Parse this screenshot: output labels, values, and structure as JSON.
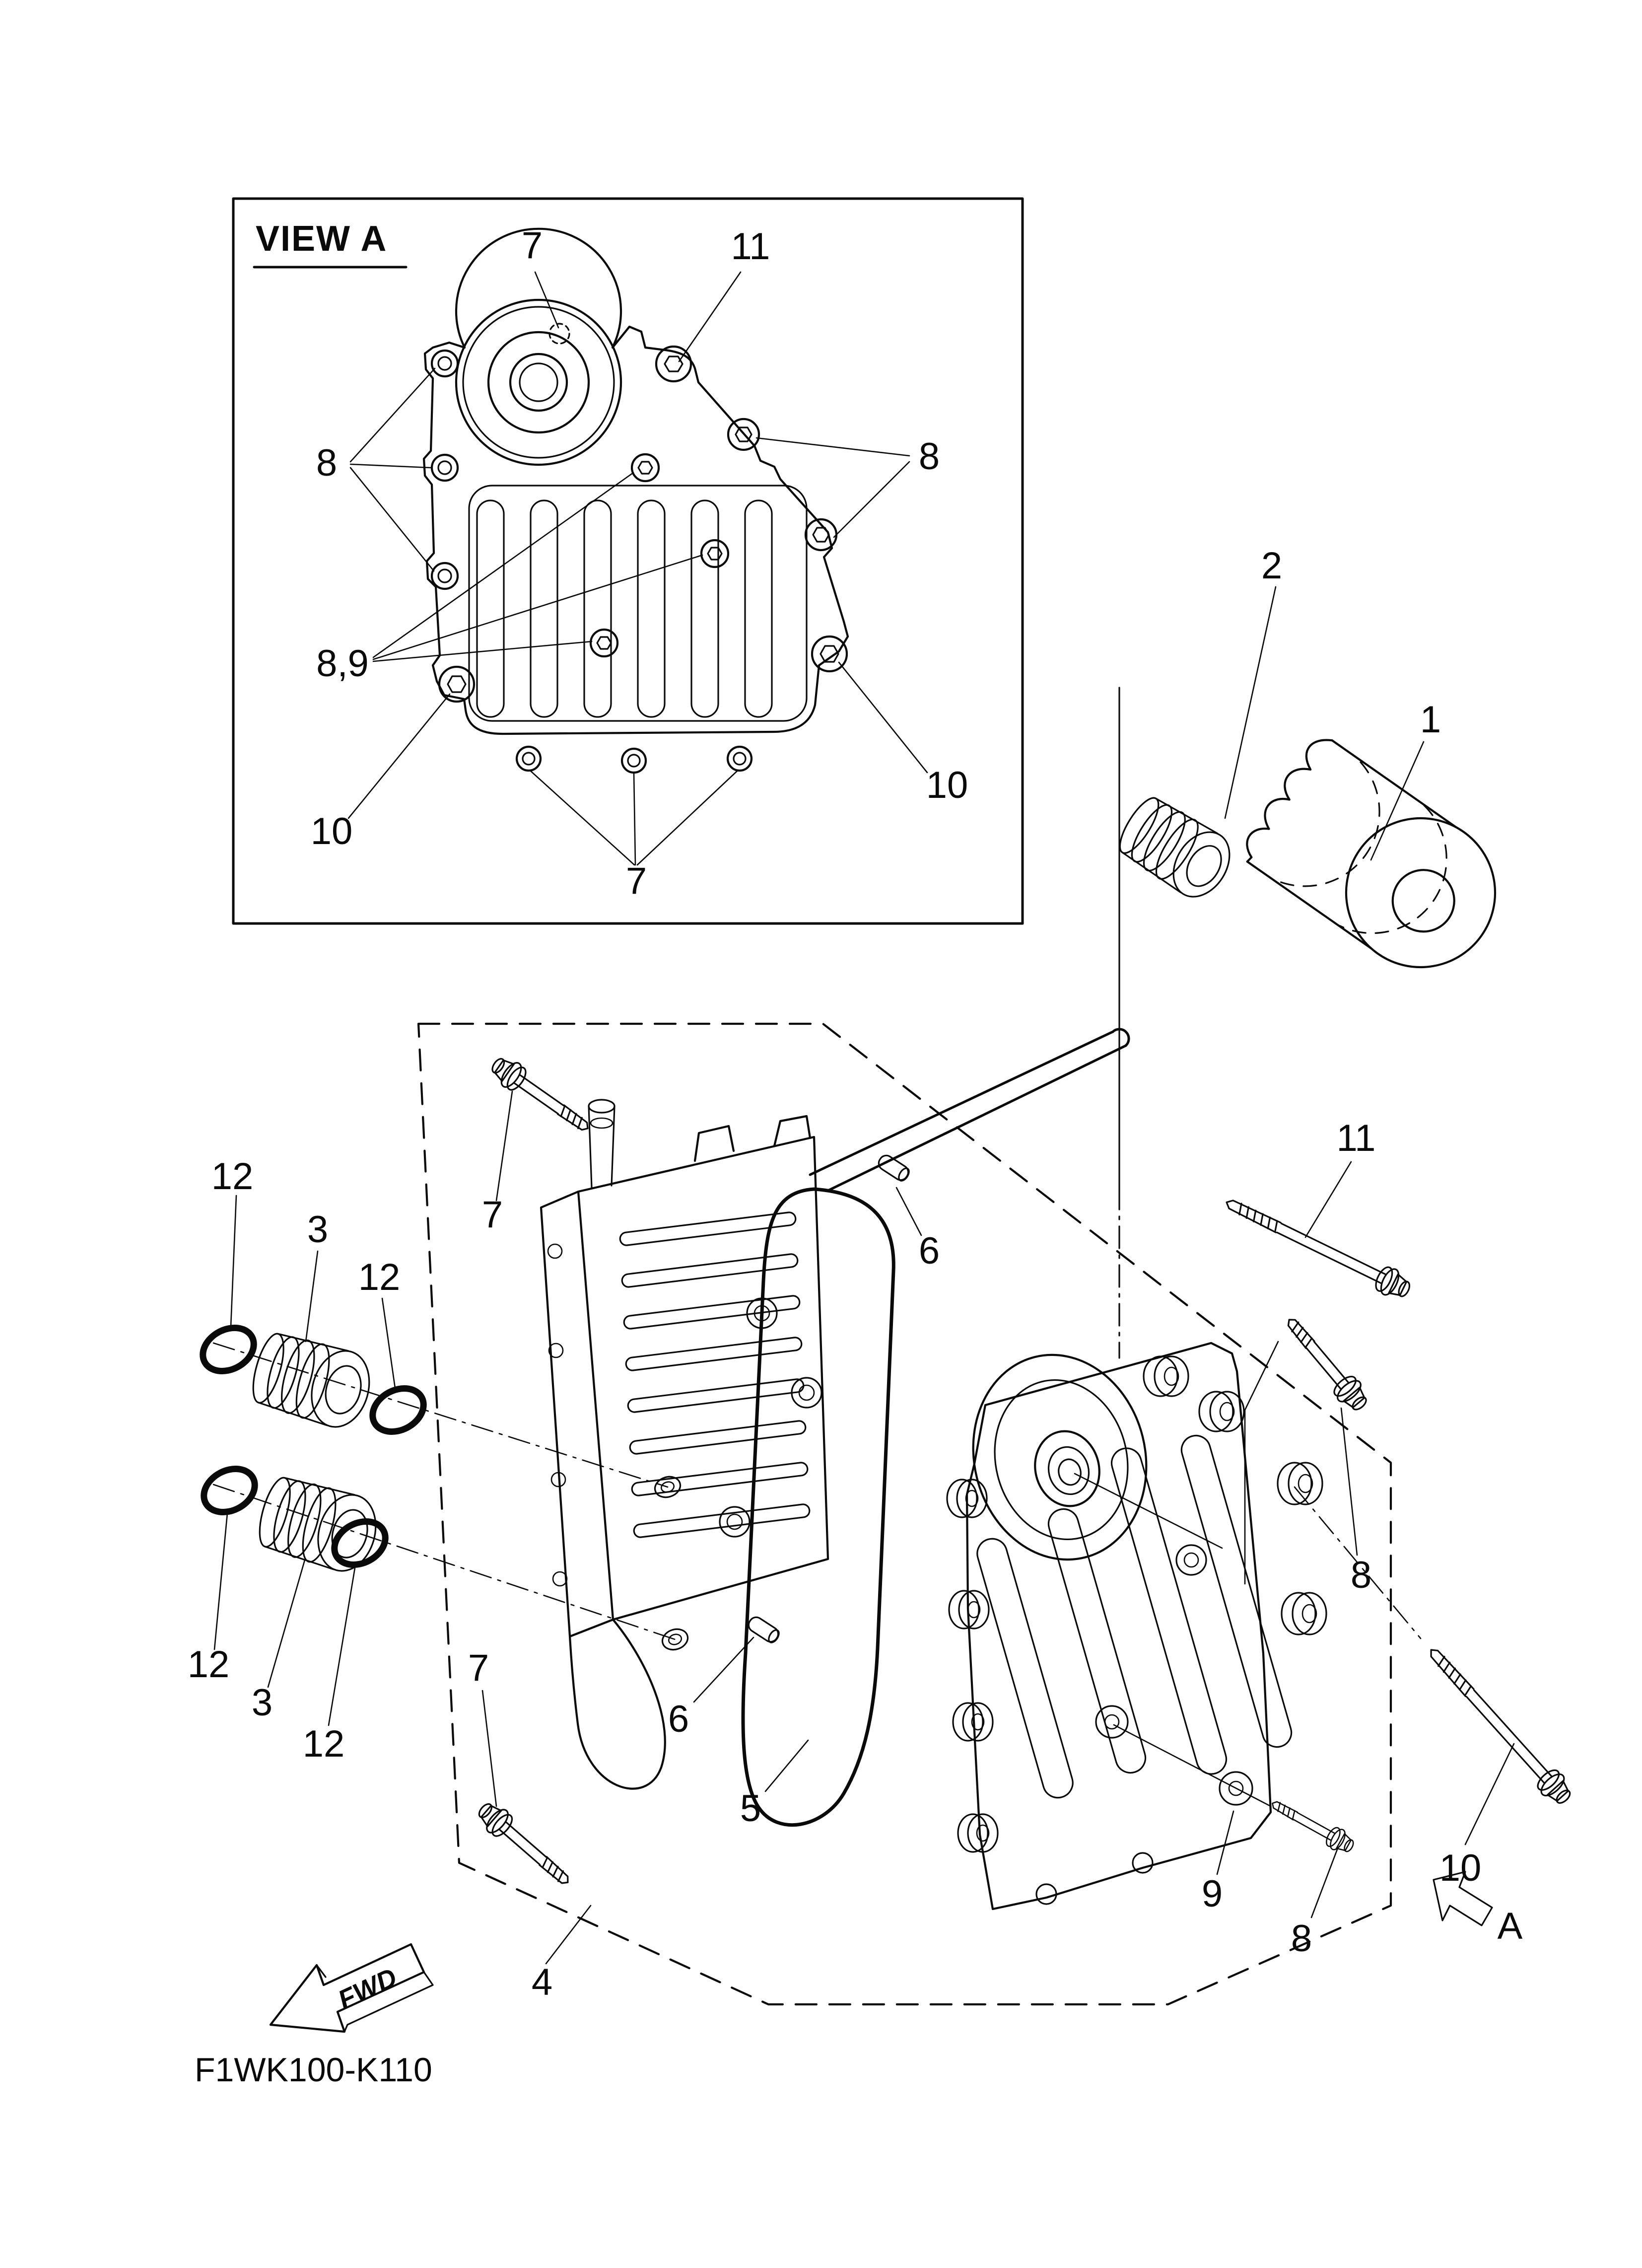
{
  "diagram": {
    "code": "F1WK100-K110",
    "background_color": "#ffffff",
    "line_color": "#0a0a0a"
  },
  "view_a": {
    "title": "VIEW A",
    "callouts": [
      "7",
      "11",
      "8",
      "8",
      "8,9",
      "10",
      "10",
      "7"
    ]
  },
  "main": {
    "callouts": [
      "2",
      "1",
      "7",
      "12",
      "3",
      "12",
      "12",
      "3",
      "12",
      "6",
      "11",
      "8",
      "10",
      "7",
      "6",
      "5",
      "9",
      "8",
      "4"
    ]
  },
  "footer": {
    "fwd_label": "FWD",
    "view_arrow_label": "A"
  }
}
